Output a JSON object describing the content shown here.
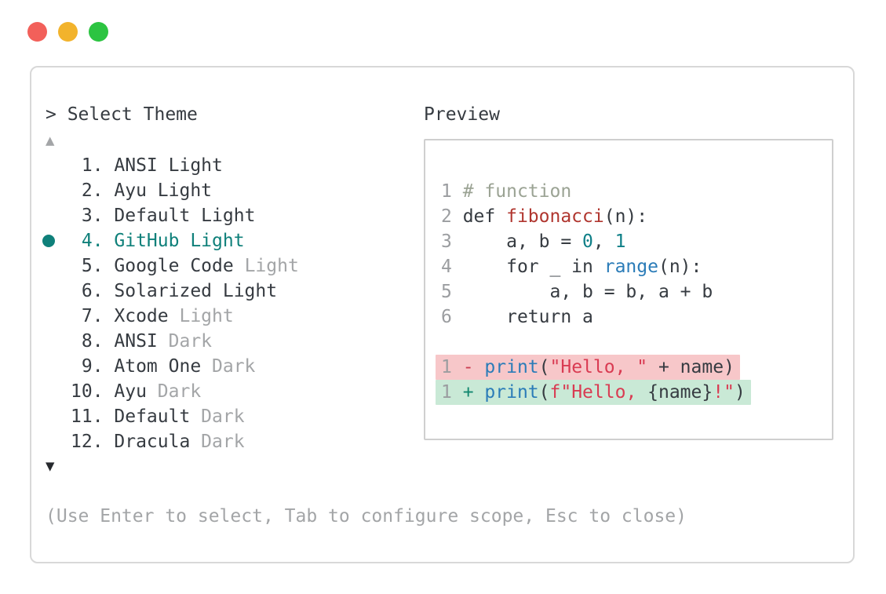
{
  "colors": {
    "dark_text": "#363b41",
    "dim_text": "#a3a5a7",
    "line_number": "#9b9da0",
    "comment": "#9ba394",
    "function_name": "#b0362f",
    "number_literal": "#0e7f87",
    "builtin": "#2b7cb8",
    "string": "#d93b52",
    "diff_del_marker": "#cb3e51",
    "diff_add_marker": "#12876f",
    "selected_teal": "#0f807a",
    "diff_del_bg": "#f7c7c9",
    "diff_add_bg": "#c9e9d6",
    "window_border": "#d8d8d8",
    "preview_border": "#cfcfcf",
    "traffic_red": "#f2605a",
    "traffic_yellow": "#f2b32c",
    "traffic_green": "#2cc441"
  },
  "window_controls": {
    "close": "close",
    "minimize": "minimize",
    "zoom": "zoom"
  },
  "picker": {
    "title": "> Select Theme",
    "scroll_up": "▲",
    "scroll_down": "▼",
    "hint": "(Use Enter to select, Tab to configure scope, Esc to close)",
    "items": [
      {
        "number": " 1.",
        "name": "ANSI",
        "variant": " Light",
        "variant_dim": false,
        "selected": false
      },
      {
        "number": " 2.",
        "name": "Ayu",
        "variant": " Light",
        "variant_dim": false,
        "selected": false
      },
      {
        "number": " 3.",
        "name": "Default",
        "variant": " Light",
        "variant_dim": false,
        "selected": false
      },
      {
        "number": " 4.",
        "name": "GitHub",
        "variant": " Light",
        "variant_dim": false,
        "selected": true
      },
      {
        "number": " 5.",
        "name": "Google Code",
        "variant": " Light",
        "variant_dim": true,
        "selected": false
      },
      {
        "number": " 6.",
        "name": "Solarized",
        "variant": " Light",
        "variant_dim": false,
        "selected": false
      },
      {
        "number": " 7.",
        "name": "Xcode",
        "variant": " Light",
        "variant_dim": true,
        "selected": false
      },
      {
        "number": " 8.",
        "name": "ANSI",
        "variant": " Dark",
        "variant_dim": true,
        "selected": false
      },
      {
        "number": " 9.",
        "name": "Atom One",
        "variant": " Dark",
        "variant_dim": true,
        "selected": false
      },
      {
        "number": "10.",
        "name": "Ayu",
        "variant": " Dark",
        "variant_dim": true,
        "selected": false
      },
      {
        "number": "11.",
        "name": "Default",
        "variant": " Dark",
        "variant_dim": true,
        "selected": false
      },
      {
        "number": "12.",
        "name": "Dracula",
        "variant": " Dark",
        "variant_dim": true,
        "selected": false
      }
    ]
  },
  "preview": {
    "title": "Preview",
    "lines": [
      {
        "no": "1",
        "bg": null,
        "kind": "code",
        "tokens": [
          {
            "t": "# function",
            "c": "comment"
          }
        ]
      },
      {
        "no": "2",
        "bg": null,
        "kind": "code",
        "tokens": [
          {
            "t": "def ",
            "c": "code"
          },
          {
            "t": "fibonacci",
            "c": "func"
          },
          {
            "t": "(n):",
            "c": "code"
          }
        ]
      },
      {
        "no": "3",
        "bg": null,
        "kind": "code",
        "tokens": [
          {
            "t": "    a, b = ",
            "c": "code"
          },
          {
            "t": "0",
            "c": "num"
          },
          {
            "t": ", ",
            "c": "code"
          },
          {
            "t": "1",
            "c": "num"
          }
        ]
      },
      {
        "no": "4",
        "bg": null,
        "kind": "code",
        "tokens": [
          {
            "t": "    for _ in ",
            "c": "code"
          },
          {
            "t": "range",
            "c": "builtin"
          },
          {
            "t": "(n):",
            "c": "code"
          }
        ]
      },
      {
        "no": "5",
        "bg": null,
        "kind": "code",
        "tokens": [
          {
            "t": "        a, b = b, a + b",
            "c": "code"
          }
        ]
      },
      {
        "no": "6",
        "bg": null,
        "kind": "code",
        "tokens": [
          {
            "t": "    return a",
            "c": "code"
          }
        ]
      },
      {
        "no": "",
        "bg": null,
        "kind": "blank",
        "tokens": []
      },
      {
        "no": "1",
        "bg": "del",
        "kind": "diff-removed",
        "tokens": [
          {
            "t": "- ",
            "c": "del-marker"
          },
          {
            "t": "print",
            "c": "builtin"
          },
          {
            "t": "(",
            "c": "code"
          },
          {
            "t": "\"Hello, \"",
            "c": "string"
          },
          {
            "t": " + name)",
            "c": "code"
          }
        ]
      },
      {
        "no": "1",
        "bg": "add",
        "kind": "diff-added",
        "tokens": [
          {
            "t": "+ ",
            "c": "add-marker"
          },
          {
            "t": "print",
            "c": "builtin"
          },
          {
            "t": "(",
            "c": "code"
          },
          {
            "t": "f\"Hello, ",
            "c": "string"
          },
          {
            "t": "{name}",
            "c": "code"
          },
          {
            "t": "!\"",
            "c": "string"
          },
          {
            "t": ")",
            "c": "code"
          }
        ]
      }
    ]
  }
}
